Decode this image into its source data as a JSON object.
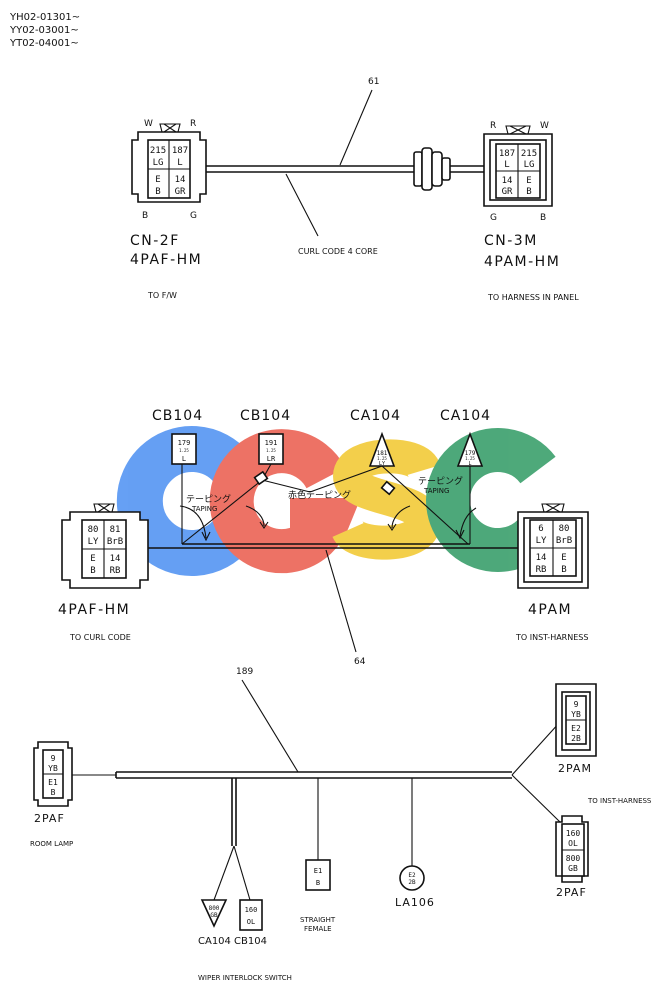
{
  "models": [
    "YH02-01301~",
    "YY02-03001~",
    "YT02-04001~"
  ],
  "watermark": "CGSC",
  "watermark_colors": {
    "c1": "#4b8ff2",
    "g": "#ea5a4b",
    "s": "#f2c72c",
    "c2": "#2f9a63"
  },
  "section1": {
    "callout": "61",
    "left_connector": {
      "name": "CN-2F",
      "type": "4PAF-HM",
      "dest": "TO F/W",
      "corner_w": "W",
      "corner_r": "R",
      "corner_b": "B",
      "corner_g": "G",
      "cells": [
        [
          "215",
          "LG"
        ],
        [
          "187",
          "L"
        ],
        [
          "E",
          "B"
        ],
        [
          "14",
          "GR"
        ]
      ]
    },
    "right_connector": {
      "name": "CN-3M",
      "type": "4PAM-HM",
      "dest": "TO HARNESS IN PANEL",
      "corner_r": "R",
      "corner_w": "W",
      "corner_g": "G",
      "corner_b": "B",
      "cells": [
        [
          "187",
          "L"
        ],
        [
          "215",
          "LG"
        ],
        [
          "14",
          "GR"
        ],
        [
          "E",
          "B"
        ]
      ]
    },
    "cable_label": "CURL CODE 4 CORE"
  },
  "section2": {
    "callout": "64",
    "top_labels": [
      "CB104",
      "CB104",
      "CA104",
      "CA104"
    ],
    "terminals": [
      {
        "num": "179",
        "size": "1.25",
        "color": "L"
      },
      {
        "num": "191",
        "size": "1.25",
        "color": "LR"
      },
      {
        "num": "181",
        "size": "1.25",
        "color": "LY"
      },
      {
        "num": "179",
        "size": "1.25",
        "color": "L"
      }
    ],
    "taping_left_jp": "テーピング",
    "taping_left_en": "TAPING",
    "red_taping_jp": "赤色テーピング",
    "taping_right_jp": "テーピング",
    "taping_right_en": "TAPING",
    "left_connector": {
      "type": "4PAF-HM",
      "dest": "TO CURL CODE",
      "cells": [
        [
          "80",
          "LY"
        ],
        [
          "81",
          "BrB"
        ],
        [
          "E",
          "B"
        ],
        [
          "14",
          "RB"
        ]
      ]
    },
    "right_connector": {
      "type": "4PAM",
      "dest": "TO INST-HARNESS",
      "cells": [
        [
          "6",
          "LY"
        ],
        [
          "80",
          "BrB"
        ],
        [
          "14",
          "RB"
        ],
        [
          "E",
          "B"
        ]
      ]
    }
  },
  "section3": {
    "callout": "189",
    "room_lamp": {
      "type": "2PAF",
      "label": "ROOM LAMP",
      "cells": [
        [
          "9",
          "YB"
        ],
        [
          "E1",
          "B"
        ]
      ]
    },
    "right_top": {
      "type": "2PAM",
      "cells": [
        [
          "9",
          "YB"
        ],
        [
          "E2",
          "2B"
        ]
      ]
    },
    "right_bottom": {
      "type": "2PAF",
      "cells": [
        [
          "160",
          "OL"
        ],
        [
          "800",
          "GB"
        ]
      ]
    },
    "to_inst": "TO INST-HARNESS",
    "tri_term": {
      "num": "800",
      "color": "GB",
      "label": "CA104"
    },
    "box_term": {
      "num": "160",
      "color": "OL",
      "label": "CB104"
    },
    "wiper_label": "WIPER INTERLOCK SWITCH",
    "straight": {
      "num": "E1",
      "color": "B",
      "label1": "STRAIGHT",
      "label2": "FEMALE"
    },
    "ring": {
      "num": "E2",
      "color": "2B",
      "label": "LA106"
    }
  }
}
